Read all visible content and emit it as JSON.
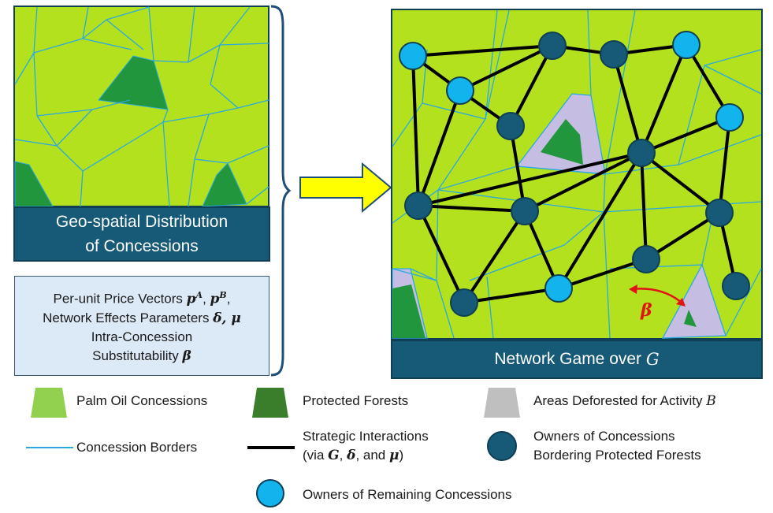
{
  "left_panel": {
    "title_line1": "Geo-spatial Distribution",
    "title_line2": "of Concessions"
  },
  "info_box": {
    "line1_text": "Per-unit Price Vectors ",
    "line1_sym1": "p",
    "line1_sup1": "A",
    "line1_comma": ", ",
    "line1_sym2": "p",
    "line1_sup2": "B",
    "line1_end": ",",
    "line2_text": "Network Effects Parameters ",
    "line2_sym": "δ, μ",
    "line3_text": "Intra-Concession",
    "line4_text": "Substitutability ",
    "line4_sym": "β"
  },
  "right_panel": {
    "title_text": "Network Game over ",
    "title_sym": "G",
    "beta_label": "β"
  },
  "legend": {
    "palm_oil": "Palm Oil Concessions",
    "protected": "Protected Forests",
    "deforested_text": "Areas Deforested for Activity ",
    "deforested_sym": "B",
    "borders": "Concession Borders",
    "strategic_line1": "Strategic Interactions",
    "strategic_line2_a": "(via ",
    "strategic_line2_g": "G",
    "strategic_line2_b": ", ",
    "strategic_line2_d": "δ",
    "strategic_line2_c": ", and ",
    "strategic_line2_m": "μ",
    "strategic_line2_e": ")",
    "owners_border_line1": "Owners of Concessions",
    "owners_border_line2": "Bordering Protected Forests",
    "owners_remaining": "Owners of Remaining Concessions"
  },
  "colors": {
    "concession_green": "#b3e11e",
    "protected_green": "#22963c",
    "deforested_lavender": "#c6bde2",
    "border_blue": "#2aa9e0",
    "edge_black": "#000000",
    "node_dark": "#165a78",
    "node_light": "#12b4ee",
    "arrow_yellow": "#ffff00",
    "title_bar": "#165a78",
    "info_box_bg": "#dceaf7",
    "beta_red": "#e01414"
  }
}
